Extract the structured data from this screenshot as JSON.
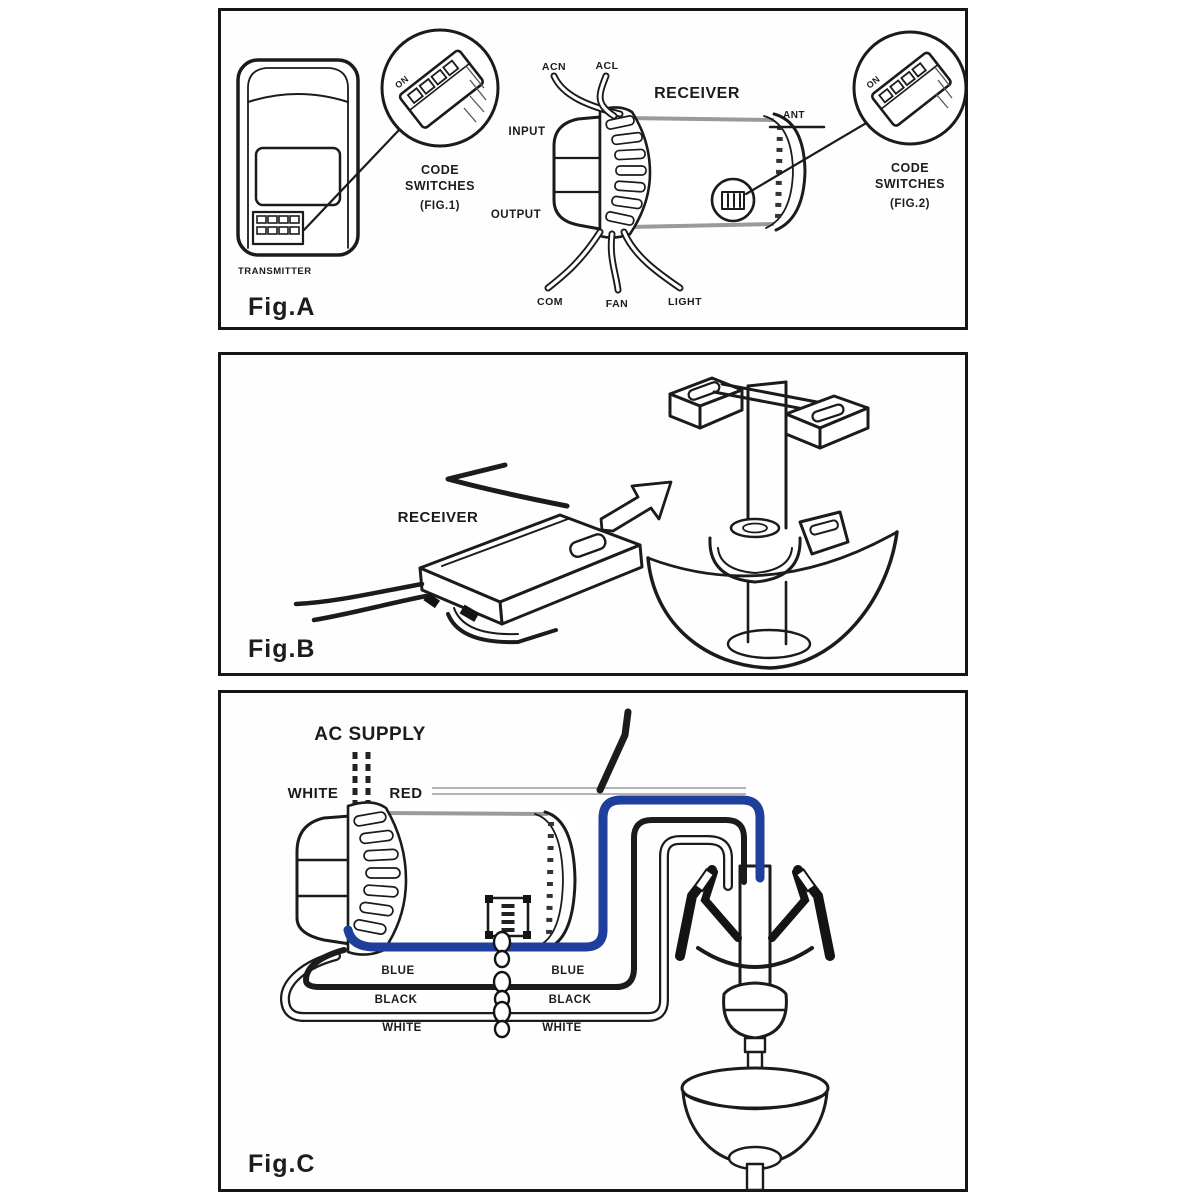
{
  "colors": {
    "blue_wire": "#1e3f9b",
    "ink": "#1b1b1b",
    "gray_edge": "#9a9a9a"
  },
  "fig_a": {
    "caption": "Fig.A",
    "transmitter_label": "TRANSMITTER",
    "receiver_label": "RECEIVER",
    "inset_left": {
      "on": "ON",
      "line1": "CODE",
      "line2": "SWITCHES",
      "line3": "(FIG.1)"
    },
    "inset_right": {
      "on": "ON",
      "line1": "CODE",
      "line2": "SWITCHES",
      "line3": "(FIG.2)"
    },
    "wire_acn": "ACN",
    "wire_acl": "ACL",
    "input_label": "INPUT",
    "output_label": "OUTPUT",
    "ant_label": "ANT",
    "wire_com": "COM",
    "wire_fan": "FAN",
    "wire_light": "LIGHT"
  },
  "fig_b": {
    "caption": "Fig.B",
    "receiver_label": "RECEIVER"
  },
  "fig_c": {
    "caption": "Fig.C",
    "ac_supply_label": "AC SUPPLY",
    "supply_white": "WHITE",
    "supply_red": "RED",
    "left_wires": [
      "BLUE",
      "BLACK",
      "WHITE"
    ],
    "right_wires": [
      "BLUE",
      "BLACK",
      "WHITE"
    ]
  }
}
